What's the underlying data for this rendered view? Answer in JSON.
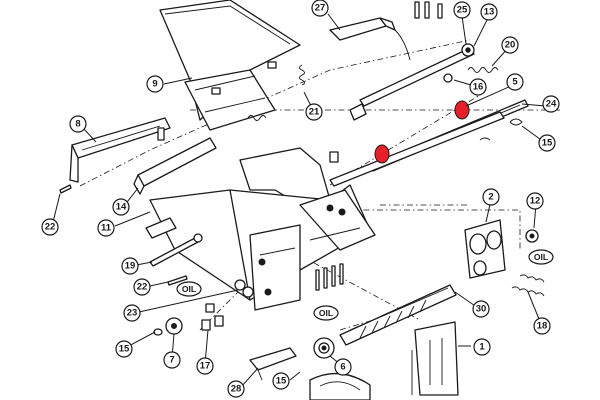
{
  "colors": {
    "ink": "#1a1a1a",
    "highlight": "#e8202a",
    "paper": "#ffffff"
  },
  "callouts": [
    {
      "id": "c27",
      "label": "27"
    },
    {
      "id": "c25",
      "label": "25"
    },
    {
      "id": "c13",
      "label": "13"
    },
    {
      "id": "c20",
      "label": "20"
    },
    {
      "id": "c9",
      "label": "9"
    },
    {
      "id": "c21",
      "label": "21"
    },
    {
      "id": "c16",
      "label": "16"
    },
    {
      "id": "c5",
      "label": "5"
    },
    {
      "id": "c24",
      "label": "24"
    },
    {
      "id": "c8",
      "label": "8"
    },
    {
      "id": "c15a",
      "label": "15"
    },
    {
      "id": "c14",
      "label": "14"
    },
    {
      "id": "c22a",
      "label": "22"
    },
    {
      "id": "c11",
      "label": "11"
    },
    {
      "id": "c2",
      "label": "2"
    },
    {
      "id": "c12",
      "label": "12"
    },
    {
      "id": "c19",
      "label": "19"
    },
    {
      "id": "c22b",
      "label": "22"
    },
    {
      "id": "c23",
      "label": "23"
    },
    {
      "id": "c30",
      "label": "30"
    },
    {
      "id": "c18",
      "label": "18"
    },
    {
      "id": "c15b",
      "label": "15"
    },
    {
      "id": "c7",
      "label": "7"
    },
    {
      "id": "c17",
      "label": "17"
    },
    {
      "id": "c6",
      "label": "6"
    },
    {
      "id": "c1",
      "label": "1"
    },
    {
      "id": "c28",
      "label": "28"
    },
    {
      "id": "c15c",
      "label": "15"
    }
  ],
  "oil_labels": [
    {
      "id": "oil1",
      "label": "OIL"
    },
    {
      "id": "oil2",
      "label": "OIL"
    },
    {
      "id": "oil3",
      "label": "OIL"
    }
  ]
}
